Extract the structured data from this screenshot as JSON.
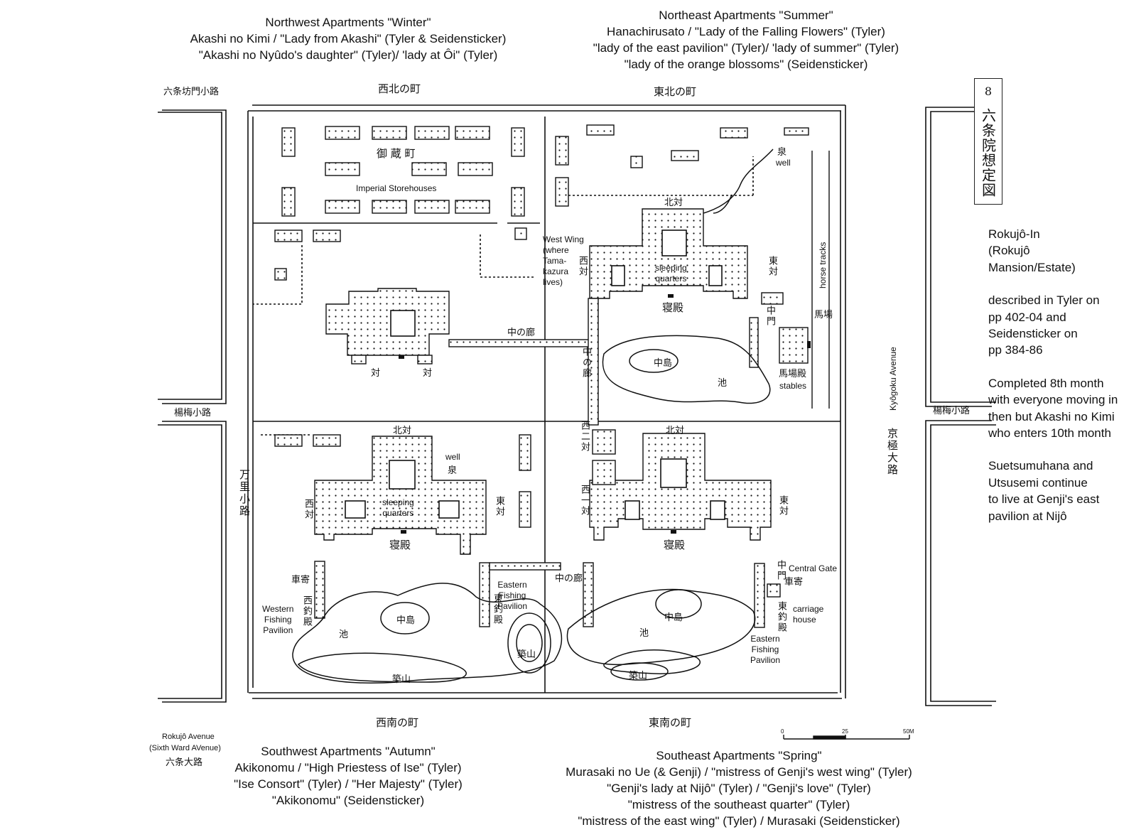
{
  "captions": {
    "nw": [
      "Northwest Apartments \"Winter\"",
      "Akashi no Kimi / \"Lady from Akashi\" (Tyler & Seidensticker)",
      "\"Akashi no Nyûdo's daughter\" (Tyler)/ 'lady at Ôi\" (Tyler)"
    ],
    "ne": [
      "Northeast Apartments \"Summer\"",
      "Hanachirusato / \"Lady of the Falling Flowers\" (Tyler)",
      "\"lady of the east pavilion\" (Tyler)/ 'lady of summer\" (Tyler)",
      "\"lady of the orange blossoms\" (Seidensticker)"
    ],
    "sw": [
      "Southwest Apartments \"Autumn\"",
      "Akikonomu / \"High Priestess of Ise\" (Tyler)",
      "\"Ise Consort\"  (Tyler) / \"Her Majesty\" (Tyler)",
      "\"Akikonomu\"  (Seidensticker)"
    ],
    "se": [
      "Southeast Apartments \"Spring\"",
      "Murasaki no Ue (& Genji) / \"mistress of Genji's west wing\" (Tyler)",
      "\"Genji's lady at Nijô\"  (Tyler) / \"Genji's love\" (Tyler)",
      "\"mistress of the southeast quarter\"  (Tyler)",
      "\"mistress of the east wing\"  (Tyler) / Murasaki (Seidensticker)"
    ]
  },
  "side": {
    "p1": [
      "Rokujô-In",
      "(Rokujô",
      "Mansion/Estate)"
    ],
    "p2": [
      "described in Tyler on",
      "pp 402-04 and",
      "Seidensticker on",
      "pp 384-86"
    ],
    "p3": [
      "Completed 8th month",
      "with everyone moving in",
      "then but Akashi no Kimi",
      "who enters 10th month"
    ],
    "p4": [
      "Suetsumuhana and",
      "Utsusemi continue",
      "to live at Genji's east",
      "pavilion at Nijô"
    ]
  },
  "title_box": {
    "number": "8",
    "title": "六条院想定図"
  },
  "streets": {
    "nw_road": "六条坊門小路",
    "west_left": "楊梅小路",
    "west_vertical": "万里小路",
    "east_right": "楊梅小路",
    "east_vertical": "京極大路",
    "kyogoku_en": "Kyôgoku Avenue",
    "rokujo_en1": "Rokujô Avenue",
    "rokujo_en2": "(Sixth Ward AVenue)",
    "rokujo_jp": "六条大路"
  },
  "quarter_labels": {
    "nw": "西北の町",
    "ne": "東北の町",
    "sw": "西南の町",
    "se": "東南の町"
  },
  "map_labels": {
    "storehouses_jp": "御 蔵 町",
    "storehouses_en": "Imperial Storehouses",
    "naka_roka": "中の廊",
    "tai": "対",
    "hokutai": "北対",
    "nishi_tai": "西対",
    "higashi_tai": "東対",
    "shinden": "寝殿",
    "sleeping_quarters": [
      "sleeping",
      "quarters"
    ],
    "nakajima": "中島",
    "ike": "池",
    "tsukiyama": "築山",
    "west_wing_en": [
      "West Wing",
      "(where",
      "Tama-",
      "kazura",
      "lives)"
    ],
    "izumi_jp": "泉",
    "well_en": "well",
    "horse_tracks_en": "horse tracks",
    "baba_jp": "馬場",
    "babaden_jp": "馬場殿",
    "stables_en": "stables",
    "chumon_jp": "中門",
    "nishi_ni_tai": "西二対",
    "nishi_ichi_tai": "西一対",
    "central_gate_en": "Central Gate",
    "kurumayose_jp": "車寄",
    "carriage_house_en": [
      "carriage",
      "house"
    ],
    "higashi_tsuri_jp": "東釣殿",
    "nishi_tsuri_jp": "西釣殿",
    "eastern_fishing_en": [
      "Eastern",
      "Fishing",
      "Pavilion"
    ],
    "western_fishing_en": [
      "Western",
      "Fishing",
      "Pavilion"
    ]
  },
  "scale": {
    "zero": "0",
    "mid": "25",
    "end": "50M"
  }
}
